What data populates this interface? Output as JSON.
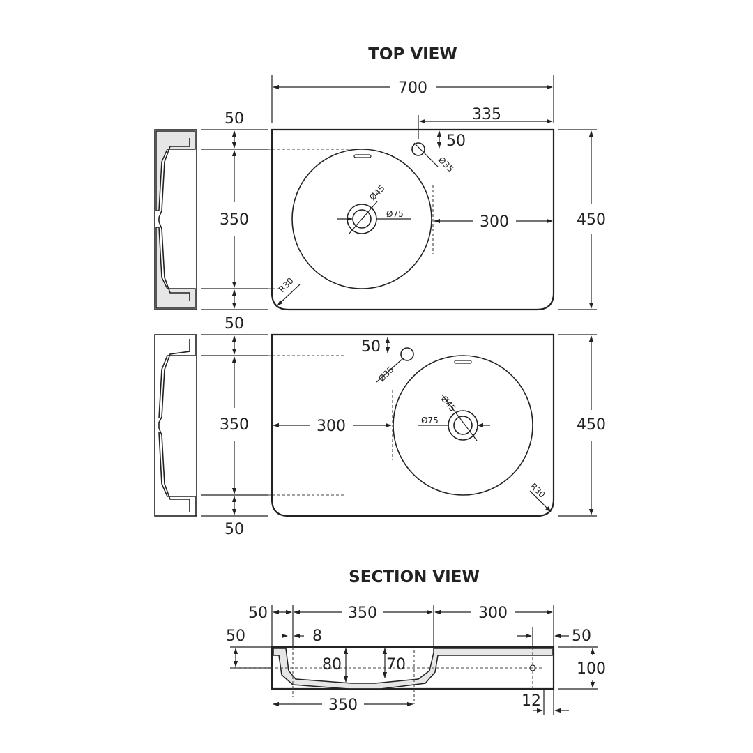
{
  "titles": {
    "top_view": "TOP VIEW",
    "section_view": "SECTION VIEW"
  },
  "top_view": {
    "width": "700",
    "tap_offset": "335",
    "tap_edge": "50",
    "tap_dia": "Ø35",
    "top_margin": "50",
    "bowl_depth": "350",
    "bottom_margin": "50",
    "drain_dia": "Ø45",
    "waste_dia": "Ø75",
    "right_distance": "300",
    "height": "450",
    "corner_radius": "R30"
  },
  "mirror_view": {
    "tap_edge": "50",
    "tap_dia": "Ø35",
    "bowl_depth": "350",
    "bottom_margin": "50",
    "left_distance": "300",
    "waste_dia": "Ø75",
    "drain_dia": "Ø45",
    "height": "450",
    "corner_radius": "R30"
  },
  "section_view": {
    "left_wall": "50",
    "bowl_width": "350",
    "shelf_width": "300",
    "rim_drop": "50",
    "wall_thickness": "8",
    "overflow": "50",
    "outer_depth": "80",
    "inner_depth": "70",
    "total_height": "100",
    "bowl_inner_width": "350",
    "base_thickness": "12"
  }
}
